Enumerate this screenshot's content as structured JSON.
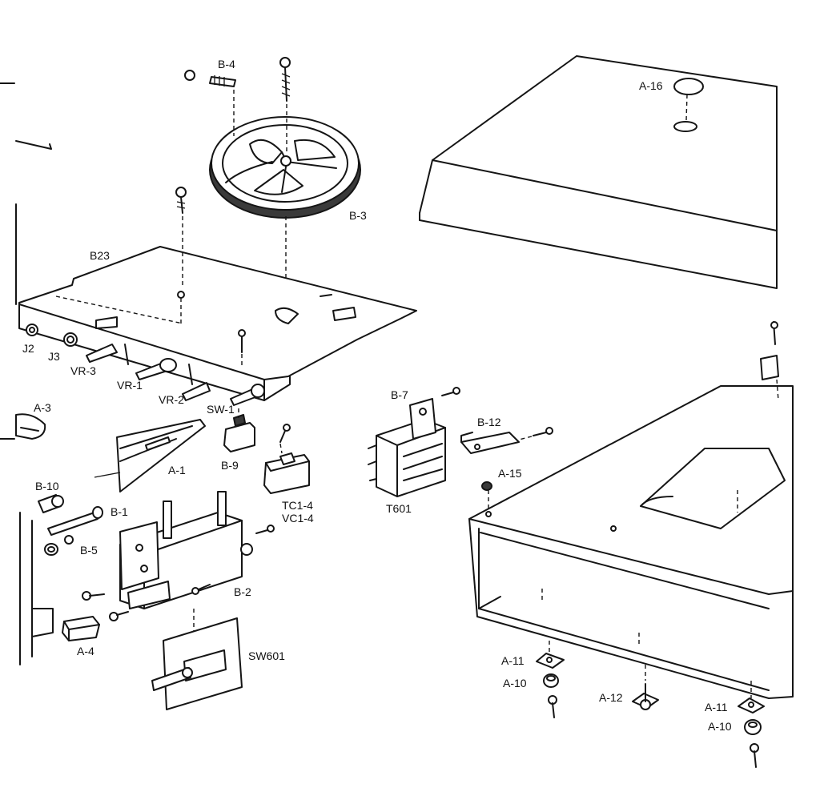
{
  "diagram": {
    "labels": {
      "b4": "B-4",
      "a16": "A-16",
      "b3": "B-3",
      "b23": "B23",
      "j2": "J2",
      "j3": "J3",
      "vr3": "VR-3",
      "vr1": "VR-1",
      "vr2": "VR-2",
      "sw1": "SW-1",
      "a3": "A-3",
      "a1": "A-1",
      "b9": "B-9",
      "tc14": "TC1-4",
      "vc14": "VC1-4",
      "b7": "B-7",
      "b12": "B-12",
      "t601": "T601",
      "a15": "A-15",
      "b10": "B-10",
      "b1": "B-1",
      "b5": "B-5",
      "b2": "B-2",
      "a4": "A-4",
      "sw601": "SW601",
      "a11a": "A-11",
      "a10a": "A-10",
      "a12": "A-12",
      "a11b": "A-11",
      "a10b": "A-10"
    }
  }
}
